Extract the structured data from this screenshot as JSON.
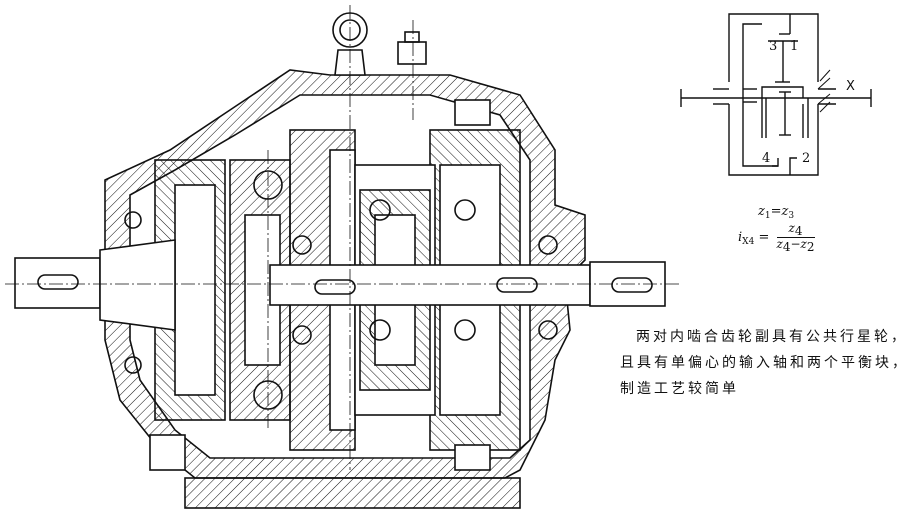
{
  "schematic": {
    "gear_labels": [
      "3",
      "1",
      "4",
      "2"
    ],
    "carrier_label": "X"
  },
  "formulas": {
    "equal_teeth": {
      "lhs": "z",
      "lhs_sub": "1",
      "eq": "=",
      "rhs": "z",
      "rhs_sub": "3"
    },
    "ratio": {
      "symbol": "i",
      "symbol_sub": "X4",
      "eq": "=",
      "num": "z",
      "num_sub": "4",
      "den_a": "z",
      "den_a_sub": "4",
      "minus": "−",
      "den_b": "z",
      "den_b_sub": "2"
    }
  },
  "description": {
    "lines": [
      "两对内啮合齿轮副具有公共行星轮，",
      "且具有单偏心的输入轴和两个平衡块，",
      "制造工艺较简单"
    ]
  }
}
